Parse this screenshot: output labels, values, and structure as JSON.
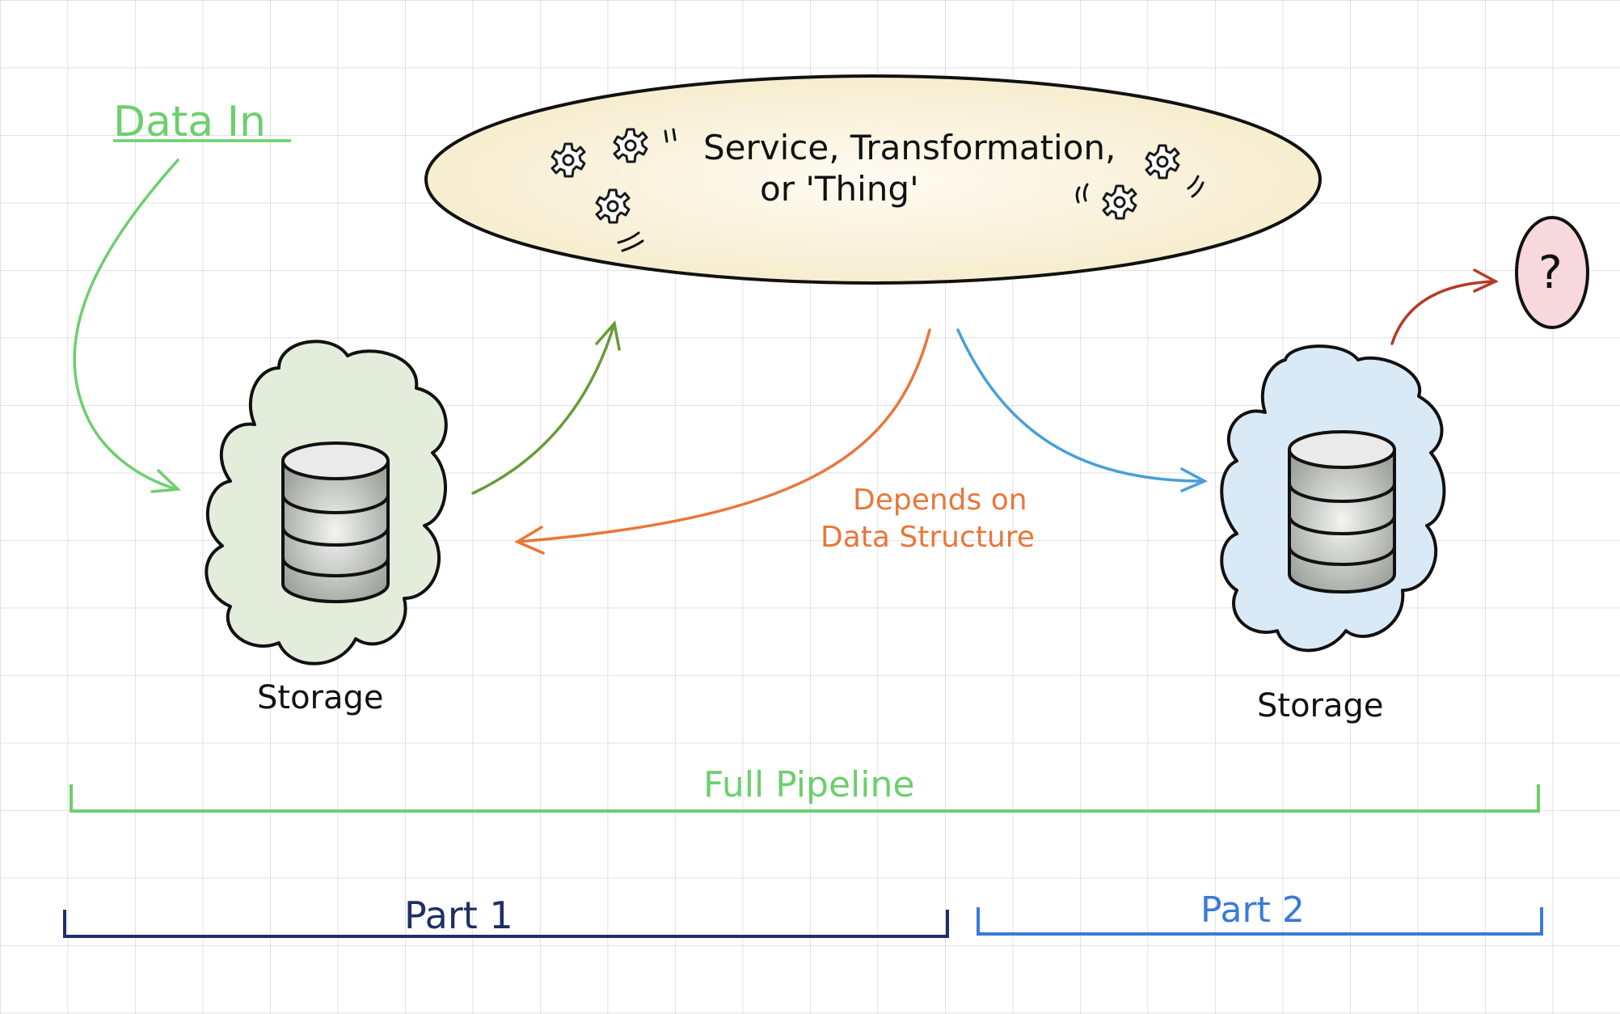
{
  "labels": {
    "data_in": "Data In",
    "service": "Service, Transformation,",
    "service_line2": "or 'Thing'",
    "storage_left": "Storage",
    "storage_right": "Storage",
    "depends_line1": "Depends on",
    "depends_line2": "Data Structure",
    "question": "?",
    "full_pipeline": "Full Pipeline",
    "part1": "Part 1",
    "part2": "Part 2"
  },
  "colors": {
    "grid": "#dcdcdc",
    "green": "#6dcf6d",
    "dark_green": "#6a9a3a",
    "orange": "#e8773a",
    "blue": "#4a9fd8",
    "red": "#b53a2a",
    "navy": "#1f2f66",
    "bright_blue": "#3a7ad8",
    "ellipse_fill": "#fbf3dc",
    "cloud_left": "#e5eedd",
    "cloud_right": "#d9eaf6",
    "bubble": "#f7d8dc"
  },
  "icons": [
    "gear-icon",
    "database-icon",
    "cloud-icon"
  ]
}
